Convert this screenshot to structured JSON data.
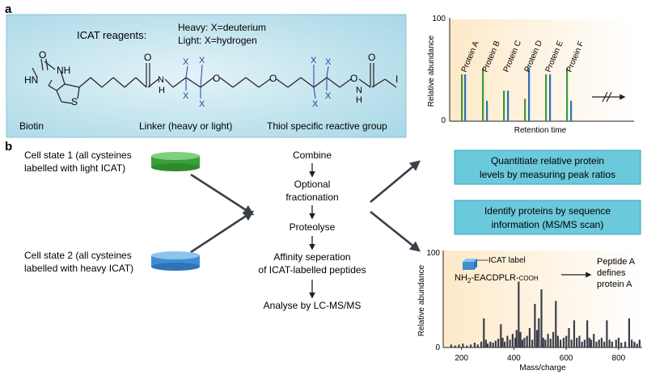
{
  "panel_a": {
    "label": "a",
    "reagents_title": "ICAT reagents:",
    "heavy": "Heavy: X=deuterium",
    "light": "Light: X=hydrogen",
    "x_atom": "X",
    "atoms": {
      "O": "O",
      "NH": "NH",
      "HN": "HN",
      "S": "S",
      "N": "N",
      "H": "H",
      "I": "I"
    },
    "biotin": "Biotin",
    "linker": "Linker (heavy or light)",
    "thiol": "Thiol specific reactive group",
    "colors": {
      "panel_bg": "#bfe3ee",
      "x_atoms": "#2e3c9e",
      "bond": "#231f20"
    }
  },
  "panel_a_chart": {
    "chart_data": {
      "type": "bar",
      "ylabel": "Relative abundance",
      "xlabel": "Retention time",
      "y_ticks": [
        "0",
        "100"
      ],
      "ylim": [
        0,
        100
      ],
      "categories": [
        "Protein A",
        "Protein B",
        "Protein C",
        "Protein D",
        "Protein E",
        "Protein F"
      ],
      "series": [
        {
          "color": "#3a9a3a",
          "values": [
            46,
            52,
            30,
            22,
            46,
            52
          ]
        },
        {
          "color": "#2e6fb5",
          "values": [
            46,
            20,
            30,
            53,
            46,
            20
          ]
        }
      ],
      "axis_break": "//"
    }
  },
  "panel_b": {
    "label": "b",
    "cell1": [
      "Cell state 1 (all cysteines",
      "labelled with light ICAT)"
    ],
    "cell2": [
      "Cell state 2 (all cysteines",
      "labelled with heavy ICAT)"
    ],
    "steps": {
      "combine": "Combine",
      "optional": [
        "Optional",
        "fractionation"
      ],
      "proteolyse": "Proteolyse",
      "affinity": [
        "Affinity seperation",
        "of ICAT-labelled peptides"
      ],
      "analyse": "Analyse by LC-MS/MS"
    },
    "box1": [
      "Quantitiate relative protein",
      "levels by measuring peak ratios"
    ],
    "box2": [
      "Identify proteins by sequence",
      "information (MS/MS scan)"
    ],
    "colors": {
      "box_bg": "#5fc4d6",
      "disk_green": "#48b548",
      "disk_blue": "#3f8fd0",
      "arrow": "#3b3f4a"
    }
  },
  "panel_b_chart": {
    "icat_label": "ICAT label",
    "peptide_prefix": "NH",
    "peptide_sub": "2",
    "peptide_seq": "-EACDPLR-",
    "peptide_suffix": "COOH",
    "peptide_note": [
      "Peptide A",
      "defines",
      "protein A"
    ],
    "chart_data": {
      "type": "bar",
      "ylabel": "Relative abundance",
      "xlabel": "Mass/charge",
      "y_ticks": [
        "0",
        "100"
      ],
      "x_ticks": [
        "200",
        "400",
        "600",
        "800"
      ],
      "xlim": [
        130,
        890
      ],
      "ylim": [
        0,
        100
      ],
      "bar_color": "#3a3d4a",
      "peaks": [
        [
          160,
          3
        ],
        [
          175,
          2
        ],
        [
          190,
          3
        ],
        [
          205,
          4
        ],
        [
          220,
          2
        ],
        [
          235,
          3
        ],
        [
          250,
          5
        ],
        [
          262,
          3
        ],
        [
          275,
          6
        ],
        [
          285,
          30
        ],
        [
          293,
          8
        ],
        [
          300,
          4
        ],
        [
          310,
          6
        ],
        [
          320,
          5
        ],
        [
          330,
          7
        ],
        [
          340,
          9
        ],
        [
          350,
          24
        ],
        [
          357,
          10
        ],
        [
          365,
          6
        ],
        [
          375,
          12
        ],
        [
          385,
          8
        ],
        [
          395,
          14
        ],
        [
          405,
          10
        ],
        [
          410,
          18
        ],
        [
          418,
          68
        ],
        [
          425,
          16
        ],
        [
          432,
          8
        ],
        [
          440,
          10
        ],
        [
          450,
          12
        ],
        [
          460,
          20
        ],
        [
          470,
          8
        ],
        [
          480,
          45
        ],
        [
          488,
          18
        ],
        [
          495,
          30
        ],
        [
          505,
          60
        ],
        [
          512,
          10
        ],
        [
          520,
          8
        ],
        [
          530,
          14
        ],
        [
          540,
          9
        ],
        [
          550,
          16
        ],
        [
          560,
          48
        ],
        [
          568,
          12
        ],
        [
          578,
          8
        ],
        [
          590,
          10
        ],
        [
          600,
          12
        ],
        [
          610,
          20
        ],
        [
          620,
          8
        ],
        [
          630,
          28
        ],
        [
          640,
          10
        ],
        [
          650,
          12
        ],
        [
          660,
          6
        ],
        [
          670,
          8
        ],
        [
          680,
          28
        ],
        [
          688,
          10
        ],
        [
          695,
          8
        ],
        [
          705,
          14
        ],
        [
          715,
          6
        ],
        [
          725,
          8
        ],
        [
          735,
          10
        ],
        [
          745,
          6
        ],
        [
          755,
          28
        ],
        [
          765,
          8
        ],
        [
          775,
          6
        ],
        [
          790,
          8
        ],
        [
          800,
          10
        ],
        [
          810,
          5
        ],
        [
          825,
          6
        ],
        [
          840,
          30
        ],
        [
          850,
          8
        ],
        [
          860,
          6
        ],
        [
          870,
          4
        ],
        [
          880,
          8
        ]
      ]
    }
  }
}
